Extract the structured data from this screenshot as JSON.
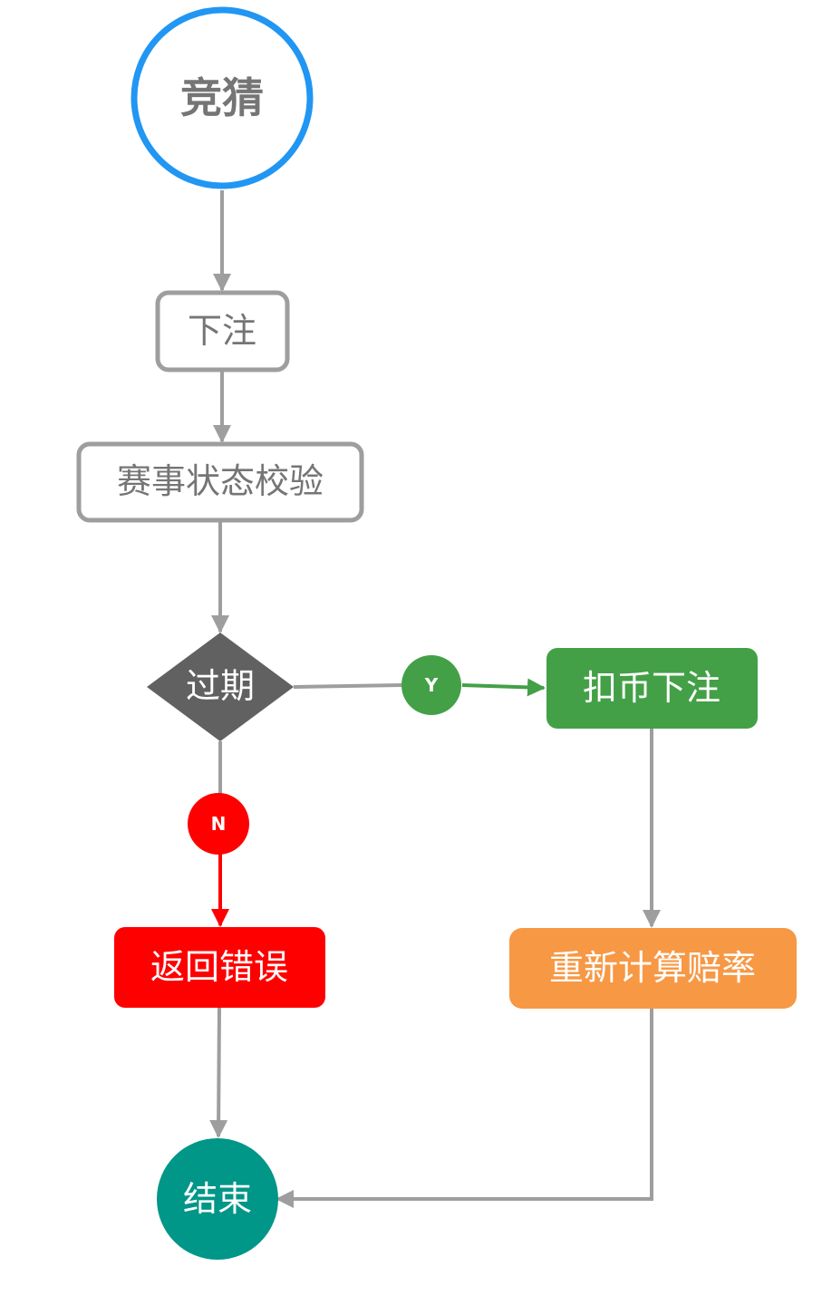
{
  "nodes": {
    "start": {
      "label": "竞猜"
    },
    "bet": {
      "label": "下注"
    },
    "status_check": {
      "label": "赛事状态校验"
    },
    "expired": {
      "label": "过期"
    },
    "deduct_bet": {
      "label": "扣币下注"
    },
    "return_error": {
      "label": "返回错误"
    },
    "recalc_odds": {
      "label": "重新计算赔率"
    },
    "end": {
      "label": "结束"
    }
  },
  "badges": {
    "yes": "Y",
    "no": "N"
  },
  "colors": {
    "start_ring": "#2196f3",
    "gray_border": "#9e9e9e",
    "gray_text": "#757575",
    "decision": "#616161",
    "green": "#43a047",
    "red": "#ff0000",
    "orange": "#f79845",
    "teal": "#009688",
    "arrow": "#9e9e9e"
  }
}
